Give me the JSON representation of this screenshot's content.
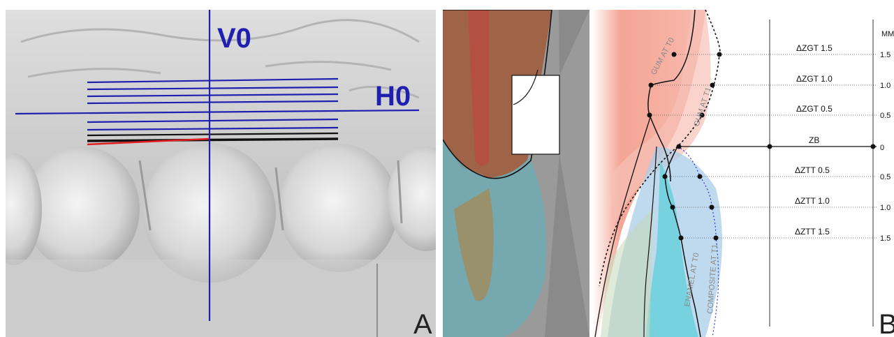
{
  "panel_a": {
    "label": "A",
    "vertical_line_label": "V0",
    "horizontal_line_label": "H0"
  },
  "panel_b": {
    "label": "B",
    "scale_unit": "MM",
    "reference_row": {
      "label": "ZB",
      "scale": "0"
    },
    "rows": [
      {
        "label": "ΔZGT 1.5",
        "scale": "1.5"
      },
      {
        "label": "ΔZGT 1.0",
        "scale": "1.0"
      },
      {
        "label": "ΔZGT 0.5",
        "scale": "0.5"
      },
      {
        "label": "ΔZTT 0.5",
        "scale": "0.5"
      },
      {
        "label": "ΔZTT 1.0",
        "scale": "1.0"
      },
      {
        "label": "ΔZTT 1.5",
        "scale": "1.5"
      }
    ],
    "region_labels": {
      "gum_t0": "GUM AT T0",
      "gum_t1": "GUM AT T1",
      "enamel_t0": "ENAMEL AT T0",
      "composite_t1": "COMPOSITE AT T1"
    }
  }
}
